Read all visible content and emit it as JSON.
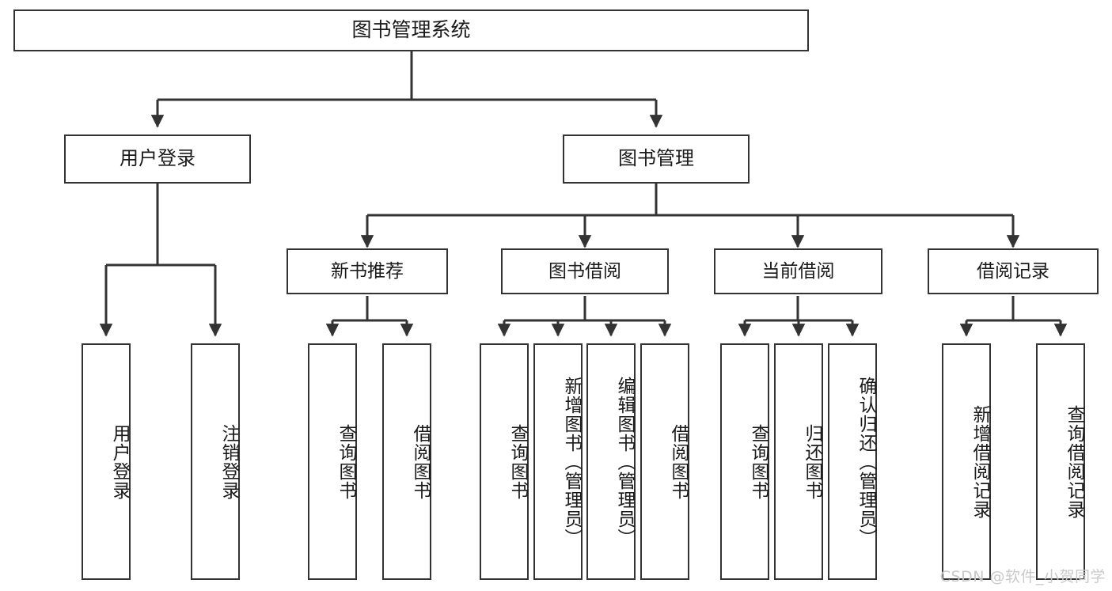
{
  "diagram": {
    "title_box": {
      "label": "图书管理系统"
    },
    "level1": [
      {
        "key": "user_login",
        "label": "用户登录"
      },
      {
        "key": "book_manage",
        "label": "图书管理"
      }
    ],
    "level2": [
      {
        "key": "new_book_rec",
        "label": "新书推荐"
      },
      {
        "key": "book_borrow",
        "label": "图书借阅"
      },
      {
        "key": "current_borrow",
        "label": "当前借阅"
      },
      {
        "key": "borrow_record",
        "label": "借阅记录"
      }
    ],
    "leaves": [
      {
        "key": "user_login_leaf",
        "label": "用户登录",
        "parent": "user_login"
      },
      {
        "key": "logout_leaf",
        "label": "注销登录",
        "parent": "user_login"
      },
      {
        "key": "query_book_rec",
        "label": "查询图书",
        "parent": "new_book_rec"
      },
      {
        "key": "borrow_book_rec",
        "label": "借阅图书",
        "parent": "new_book_rec"
      },
      {
        "key": "query_book_borrow",
        "label": "查询图书",
        "parent": "book_borrow"
      },
      {
        "key": "add_book_admin",
        "label": "新增图书（管理员）",
        "parent": "book_borrow"
      },
      {
        "key": "edit_book_admin",
        "label": "编辑图书（管理员）",
        "parent": "book_borrow"
      },
      {
        "key": "borrow_book",
        "label": "借阅图书",
        "parent": "book_borrow"
      },
      {
        "key": "query_book_current",
        "label": "查询图书",
        "parent": "current_borrow"
      },
      {
        "key": "return_book",
        "label": "归还图书",
        "parent": "current_borrow"
      },
      {
        "key": "confirm_return_admin",
        "label": "确认归还（管理员）",
        "parent": "current_borrow"
      },
      {
        "key": "add_borrow_record",
        "label": "新增借阅记录",
        "parent": "borrow_record"
      },
      {
        "key": "query_borrow_record",
        "label": "查询借阅记录",
        "parent": "borrow_record"
      }
    ]
  },
  "watermark": {
    "text": "CSDN @软件_小贺同学"
  },
  "colors": {
    "stroke": "#333333",
    "fill": "#ffffff",
    "text": "#1a1a1a",
    "watermark": "#c9c9c9"
  }
}
